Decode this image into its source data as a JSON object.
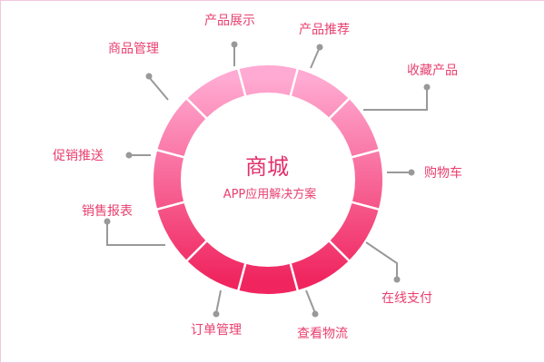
{
  "center": {
    "title": "商城",
    "subtitle": "APP应用解决方案"
  },
  "nodes": [
    {
      "label": "产品展示"
    },
    {
      "label": "产品推荐"
    },
    {
      "label": "收藏产品"
    },
    {
      "label": "购物车"
    },
    {
      "label": "在线支付"
    },
    {
      "label": "查看物流"
    },
    {
      "label": "订单管理"
    },
    {
      "label": "销售报表"
    },
    {
      "label": "促销推送"
    },
    {
      "label": "商品管理"
    }
  ],
  "colors": {
    "ring_light": "#ffaad2",
    "ring_dark": "#f0255f",
    "connector": "#999999",
    "label": "#e8406f"
  }
}
